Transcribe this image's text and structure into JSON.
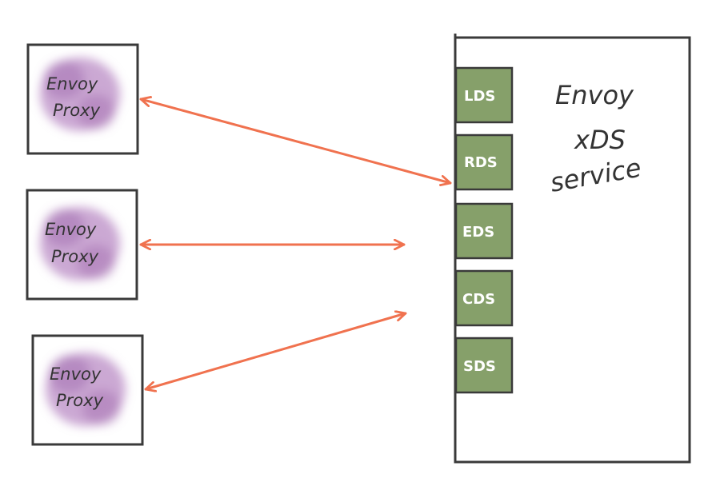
{
  "diagram": {
    "proxies": [
      {
        "line1": "Envoy",
        "line2": "Proxy"
      },
      {
        "line1": "Envoy",
        "line2": "Proxy"
      },
      {
        "line1": "Envoy",
        "line2": "Proxy"
      }
    ],
    "service": {
      "line1": "Envoy",
      "line2": "xDS",
      "line3": "service"
    },
    "apis": [
      "LDS",
      "RDS",
      "EDS",
      "CDS",
      "SDS"
    ],
    "colors": {
      "proxy_fill": "#b98bc4",
      "api_fill": "#86a06a",
      "arrow": "#f0724f",
      "stroke": "#3a3a3a"
    }
  }
}
